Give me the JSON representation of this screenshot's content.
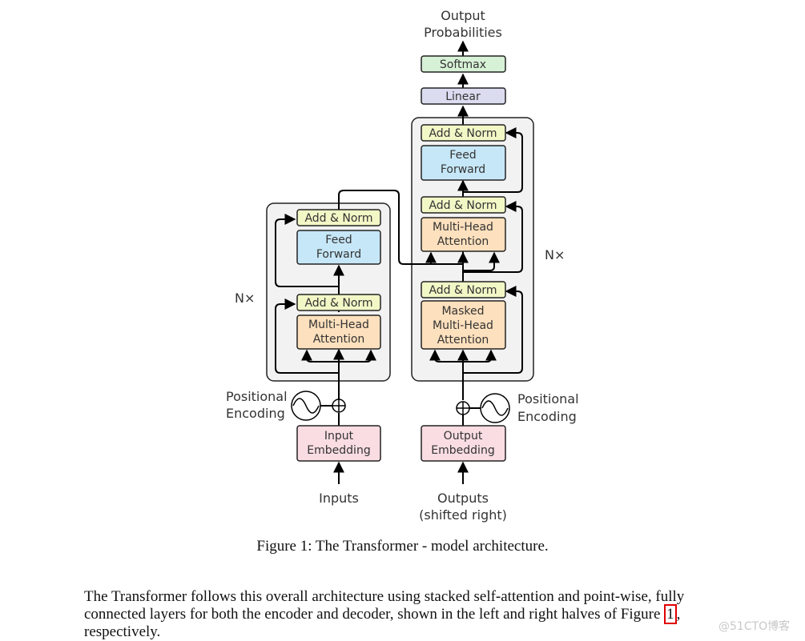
{
  "diagram": {
    "output_label_1": "Output",
    "output_label_2": "Probabilities",
    "softmax": "Softmax",
    "linear": "Linear",
    "add_norm": "Add & Norm",
    "feed_1": "Feed",
    "feed_2": "Forward",
    "mha_1": "Multi-Head",
    "mha_2": "Attention",
    "masked_1": "Masked",
    "masked_2": "Multi-Head",
    "masked_3": "Attention",
    "nx": "N×",
    "positional_1": "Positional",
    "positional_2": "Encoding",
    "input_emb_1": "Input",
    "input_emb_2": "Embedding",
    "output_emb_1": "Output",
    "output_emb_2": "Embedding",
    "inputs": "Inputs",
    "outputs_1": "Outputs",
    "outputs_2": "(shifted right)",
    "colors": {
      "add_norm": "#f2f7c6",
      "feed_forward": "#c6e7f7",
      "attention": "#fde0bd",
      "embedding": "#f9dde2",
      "linear": "#dcdcf1",
      "softmax": "#d7f1d6",
      "block_bg": "#f2f2f2"
    }
  },
  "caption": "Figure 1: The Transformer - model architecture.",
  "body": {
    "text_1": "The Transformer follows this overall architecture using stacked self-attention and point-wise, fully connected layers for both the encoder and decoder, shown in the left and right halves of Figure ",
    "ref": "1",
    "text_2": ",",
    "text_3": "respectively."
  },
  "watermark": "@51CTO博客"
}
